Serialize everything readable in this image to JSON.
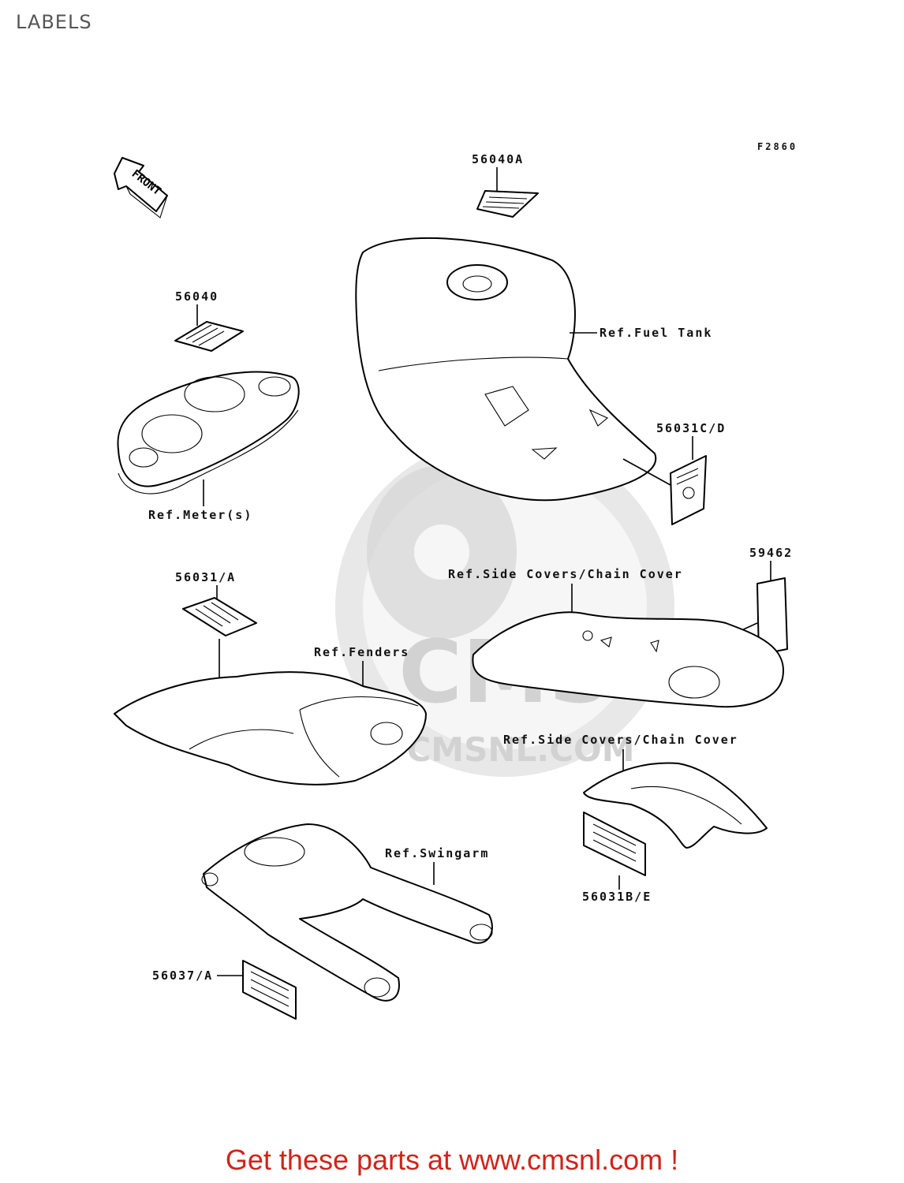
{
  "page": {
    "title": "LABELS"
  },
  "diagram": {
    "figure_code": "F2860",
    "front_arrow_label": "FRONT",
    "callouts": [
      {
        "id": "56040A",
        "text": "56040A"
      },
      {
        "id": "56040",
        "text": "56040"
      },
      {
        "id": "fuel-tank",
        "text": "Ref.Fuel Tank"
      },
      {
        "id": "56031CD",
        "text": "56031C/D"
      },
      {
        "id": "meters",
        "text": "Ref.Meter(s)"
      },
      {
        "id": "59462",
        "text": "59462"
      },
      {
        "id": "56031A",
        "text": "56031/A"
      },
      {
        "id": "side-covers-1",
        "text": "Ref.Side Covers/Chain Cover"
      },
      {
        "id": "fenders",
        "text": "Ref.Fenders"
      },
      {
        "id": "side-covers-2",
        "text": "Ref.Side Covers/Chain Cover"
      },
      {
        "id": "swingarm",
        "text": "Ref.Swingarm"
      },
      {
        "id": "56031BE",
        "text": "56031B/E"
      },
      {
        "id": "56037A",
        "text": "56037/A"
      }
    ]
  },
  "watermark": {
    "logo_text": "CMS",
    "url_text": "CMSNL.COM"
  },
  "footer": {
    "text": "Get these parts at www.cmsnl.com !"
  },
  "colors": {
    "footer": "#d0241b",
    "title": "#555555",
    "watermark": "#d6d6d6"
  }
}
